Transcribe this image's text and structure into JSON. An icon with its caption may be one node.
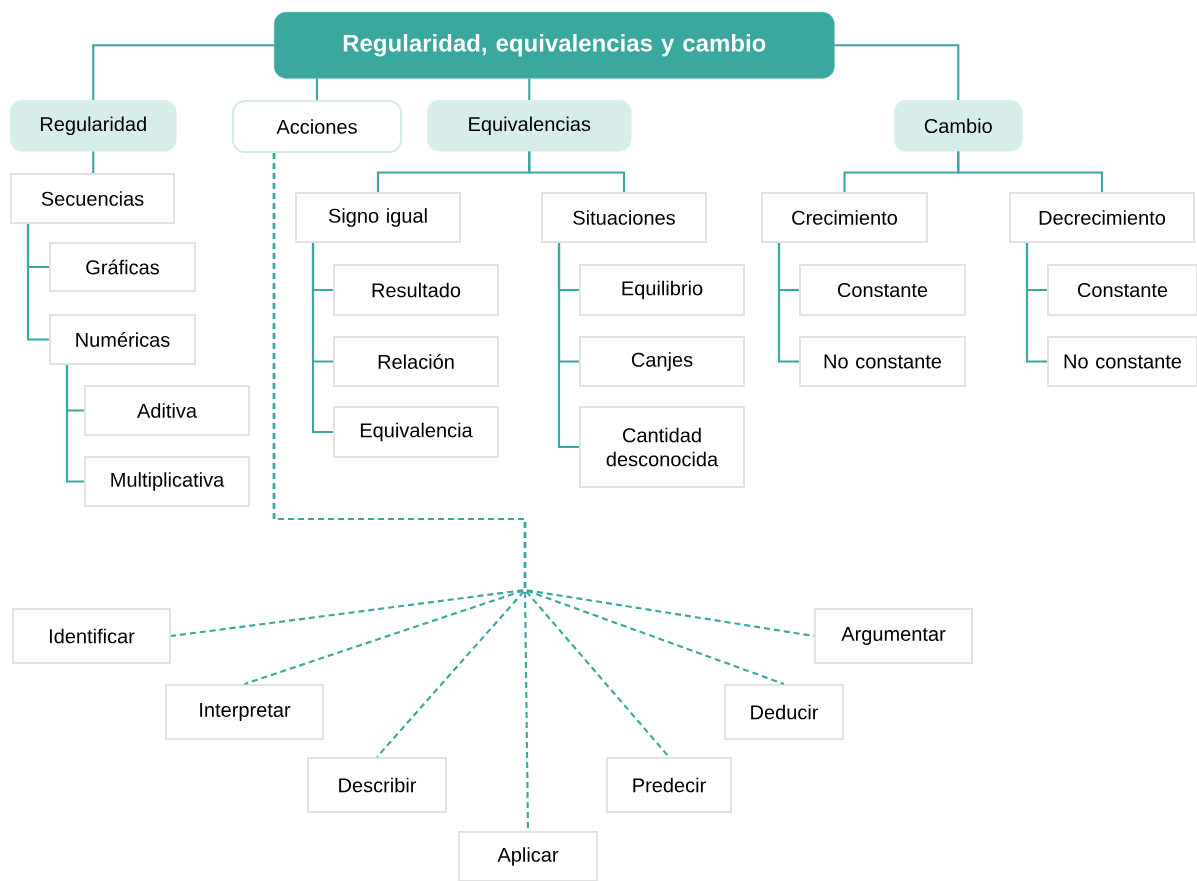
{
  "diagram": {
    "nodes": [
      {
        "text": [
          "Regularidad, equivalencias y cambio"
        ]
      },
      {
        "text": [
          "Regularidad"
        ]
      },
      {
        "text": [
          "Acciones"
        ]
      },
      {
        "text": [
          "Equivalencias"
        ]
      },
      {
        "text": [
          "Cambio"
        ]
      },
      {
        "text": [
          "Secuencias"
        ]
      },
      {
        "text": [
          "Gráficas"
        ]
      },
      {
        "text": [
          "Numéricas"
        ]
      },
      {
        "text": [
          "Aditiva"
        ]
      },
      {
        "text": [
          "Multiplicativa"
        ]
      },
      {
        "text": [
          "Signo igual"
        ]
      },
      {
        "text": [
          "Resultado"
        ]
      },
      {
        "text": [
          "Relación"
        ]
      },
      {
        "text": [
          "Equivalencia"
        ]
      },
      {
        "text": [
          "Situaciones"
        ]
      },
      {
        "text": [
          "Equilibrio"
        ]
      },
      {
        "text": [
          "Canjes"
        ]
      },
      {
        "text": [
          "Cantidad desconocida"
        ]
      },
      {
        "text": [
          "Crecimiento"
        ]
      },
      {
        "text": [
          "Constante"
        ]
      },
      {
        "text": [
          "No constante"
        ]
      },
      {
        "text": [
          "Decrecimiento"
        ]
      },
      {
        "text": [
          "Constante"
        ]
      },
      {
        "text": [
          "No constante"
        ]
      },
      {
        "text": [
          "Identificar"
        ]
      },
      {
        "text": [
          "Interpretar"
        ]
      },
      {
        "text": [
          "Describir"
        ]
      },
      {
        "text": [
          "Aplicar"
        ]
      },
      {
        "text": [
          "Predecir"
        ]
      },
      {
        "text": [
          "Deducir"
        ]
      },
      {
        "text": [
          "Argumentar"
        ]
      }
    ],
    "edges": [
      {
        "from": 0,
        "to": 1,
        "arrow": "none"
      },
      {
        "from": 0,
        "to": 2,
        "arrow": "none"
      },
      {
        "from": 0,
        "to": 3,
        "arrow": "none"
      },
      {
        "from": 0,
        "to": 4,
        "arrow": "none"
      },
      {
        "from": 1,
        "to": 5,
        "arrow": "none"
      },
      {
        "from": 5,
        "to": 6,
        "arrow": "none"
      },
      {
        "from": 5,
        "to": 7,
        "arrow": "none"
      },
      {
        "from": 7,
        "to": 8,
        "arrow": "none"
      },
      {
        "from": 7,
        "to": 9,
        "arrow": "none"
      },
      {
        "from": 3,
        "to": 10,
        "arrow": "none"
      },
      {
        "from": 3,
        "to": 14,
        "arrow": "none"
      },
      {
        "from": 10,
        "to": 11,
        "arrow": "none"
      },
      {
        "from": 10,
        "to": 12,
        "arrow": "none"
      },
      {
        "from": 10,
        "to": 13,
        "arrow": "none"
      },
      {
        "from": 14,
        "to": 15,
        "arrow": "none"
      },
      {
        "from": 14,
        "to": 16,
        "arrow": "none"
      },
      {
        "from": 14,
        "to": 17,
        "arrow": "none"
      },
      {
        "from": 4,
        "to": 18,
        "arrow": "none"
      },
      {
        "from": 4,
        "to": 21,
        "arrow": "none"
      },
      {
        "from": 18,
        "to": 19,
        "arrow": "none"
      },
      {
        "from": 18,
        "to": 20,
        "arrow": "none"
      },
      {
        "from": 21,
        "to": 22,
        "arrow": "none"
      },
      {
        "from": 21,
        "to": 23,
        "arrow": "none"
      },
      {
        "from": 2,
        "to": 24,
        "arrow": "none",
        "style": "dashed"
      },
      {
        "from": 2,
        "to": 25,
        "arrow": "none",
        "style": "dashed"
      },
      {
        "from": 2,
        "to": 26,
        "arrow": "none",
        "style": "dashed"
      },
      {
        "from": 2,
        "to": 27,
        "arrow": "none",
        "style": "dashed"
      },
      {
        "from": 2,
        "to": 28,
        "arrow": "none",
        "style": "dashed"
      },
      {
        "from": 2,
        "to": 29,
        "arrow": "none",
        "style": "dashed"
      },
      {
        "from": 2,
        "to": 30,
        "arrow": "none",
        "style": "dashed"
      }
    ]
  }
}
